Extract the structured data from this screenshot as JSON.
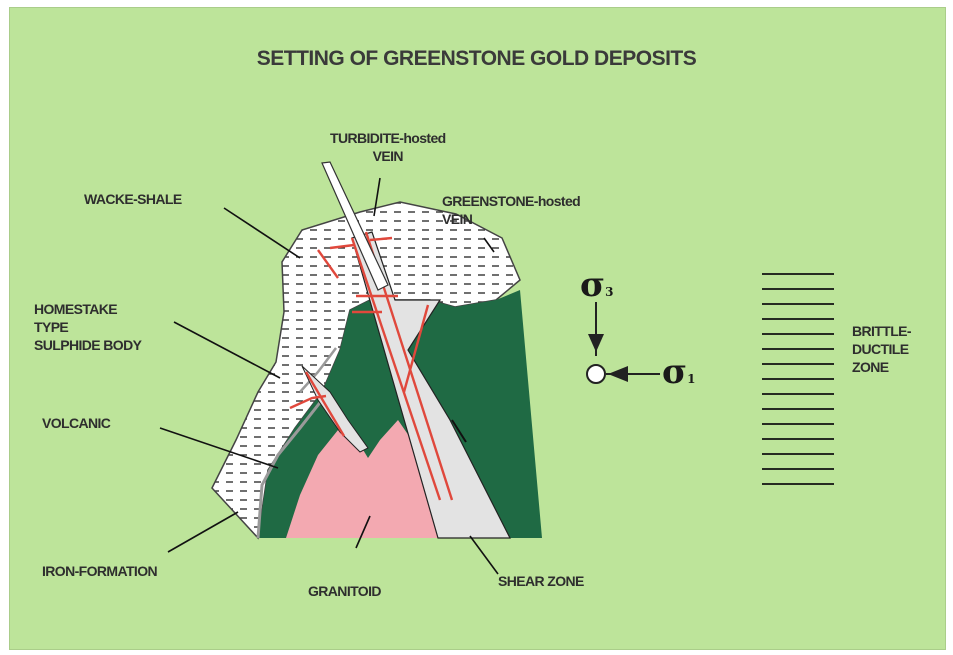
{
  "title": "SETTING OF GREENSTONE GOLD DEPOSITS",
  "labels": {
    "turbidite_vein": "TURBIDITE-hosted\nVEIN",
    "greenstone_vein": "GREENSTONE-hosted\nVEIN",
    "wacke_shale": "WACKE-SHALE",
    "homestake": "HOMESTAKE\nTYPE\nSULPHIDE BODY",
    "volcanic": "VOLCANIC",
    "iron_formation": "IRON-FORMATION",
    "granitoid": "GRANITOID",
    "shear_zone": "SHEAR ZONE",
    "brittle_ductile": "BRITTLE-\nDUCTILE\nZONE",
    "sigma3": "σ",
    "sigma3_sub": "3",
    "sigma1": "σ",
    "sigma1_sub": "1"
  },
  "colors": {
    "background": "#bde49a",
    "greenstone": "#1f6a44",
    "granitoid": "#f3a9b1",
    "shear_zone": "#dcdcdc",
    "sediment": "#ffffff",
    "vein": "#e0483c"
  }
}
